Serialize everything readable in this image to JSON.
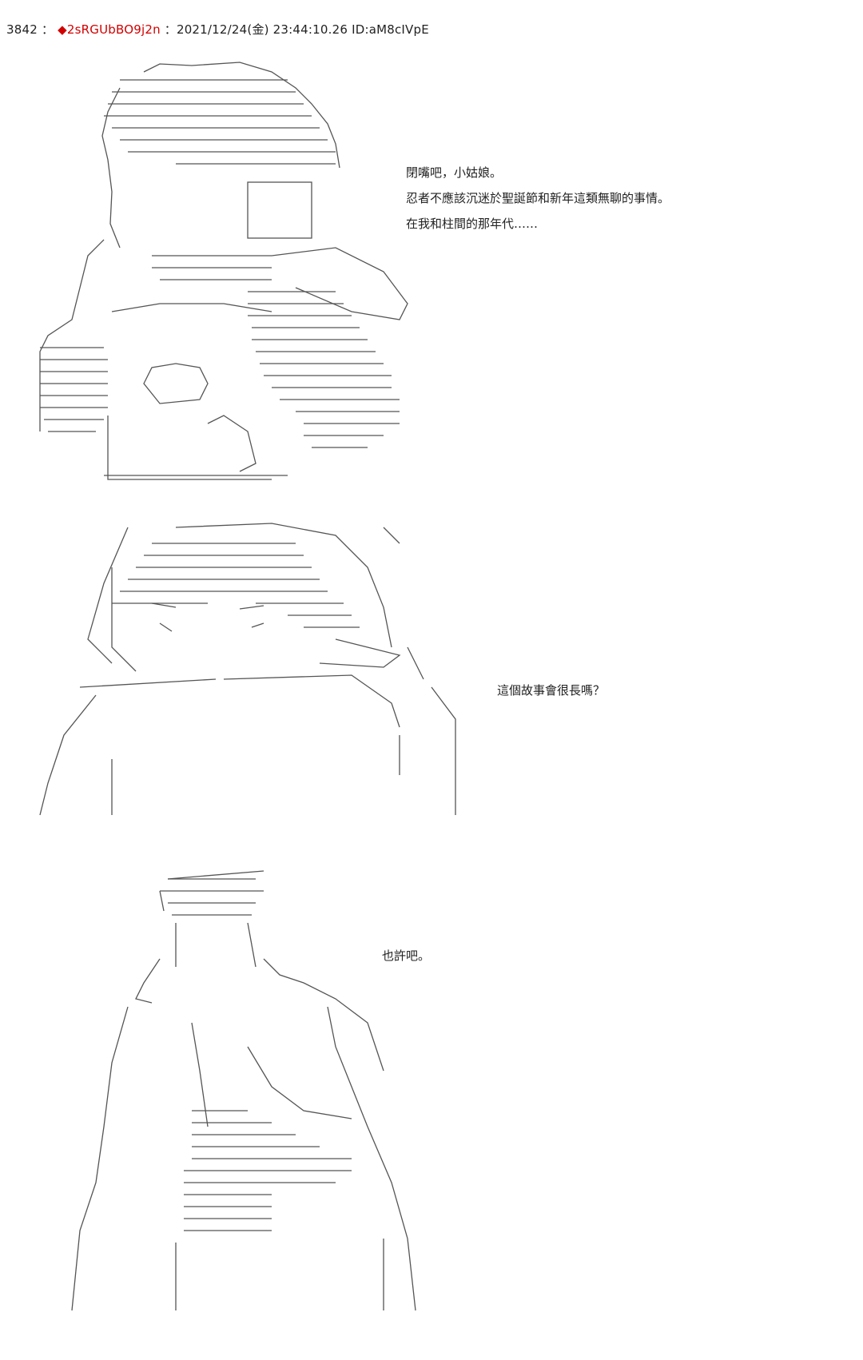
{
  "post": {
    "number": "3842",
    "sep": "：",
    "diamond": "◆",
    "trip": "2sRGUbBO9j2n",
    "datetime": "：2021/12/24(金) 23:44:10.26",
    "id": "ID:aM8cIVpE"
  },
  "panels": [
    {
      "lines": [
        "閉嘴吧，小姑娘。",
        "忍者不應該沉迷於聖誕節和新年這類無聊的事情。",
        "在我和柱間的那年代……"
      ]
    },
    {
      "lines": [
        "這個故事會很長嗎？"
      ]
    },
    {
      "lines": [
        "也許吧。"
      ]
    }
  ],
  "colors": {
    "trip": "#d10000",
    "text": "#222222",
    "art": "#555555"
  }
}
